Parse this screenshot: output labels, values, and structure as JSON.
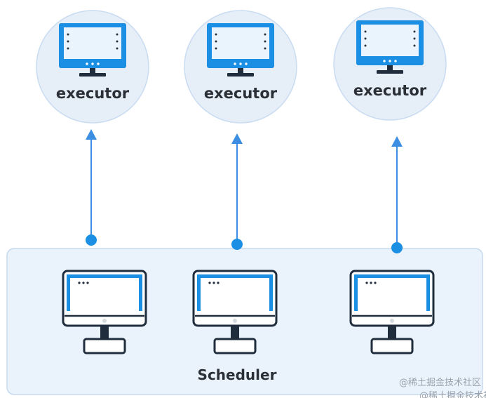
{
  "executors": [
    {
      "label": "executor"
    },
    {
      "label": "executor"
    },
    {
      "label": "executor"
    }
  ],
  "scheduler": {
    "label": "Scheduler",
    "machines": [
      {
        "id": "machine-1"
      },
      {
        "id": "machine-2"
      },
      {
        "id": "machine-3"
      }
    ]
  },
  "watermark": {
    "text": "@稀土掘金技术社区",
    "text_partial": "@稀土掘金技术社"
  },
  "colors": {
    "accent_blue": "#1a8fe3",
    "screen_light": "#eaf4fd",
    "circle_fill": "#e6eef8",
    "circle_stroke": "#c9dcf1",
    "scheduler_fill": "#eaf2fb",
    "scheduler_stroke": "#c6d9ee",
    "monitor_outline": "#1f2d3d",
    "arrow": "#3b8ee2"
  }
}
